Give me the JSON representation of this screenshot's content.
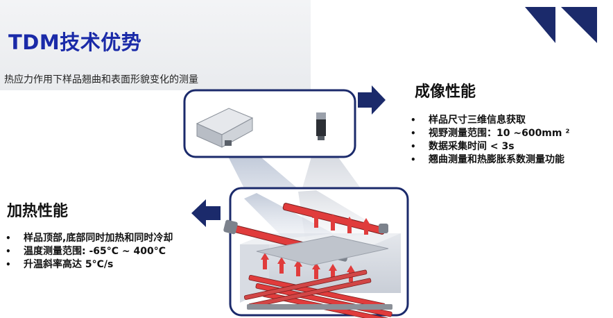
{
  "header": {
    "title": "TDM技术优势",
    "subtitle": "热应力作用下样品翘曲和表面形貌变化的测量"
  },
  "imaging": {
    "title": "成像性能",
    "bullets": [
      "样品尺寸三维信息获取",
      "视野测量范围：10 ~600mm ²",
      "数据采集时间 < 3s",
      "翘曲测量和热膨胀系数测量功能"
    ]
  },
  "heating": {
    "title": "加热性能",
    "bullets": [
      "样品顶部,底部同时加热和同时冷却",
      "温度测量范围: -65°C ~ 400°C",
      "升温斜率高达 5°C/s"
    ]
  },
  "bullet_symbol": "•",
  "colors": {
    "title_blue": "#1a2aa8",
    "navy": "#1b2a6b",
    "heater_red": "#e03c3c"
  },
  "icons": [
    "logo-mark-icon",
    "arrow-right-icon",
    "arrow-left-icon"
  ]
}
